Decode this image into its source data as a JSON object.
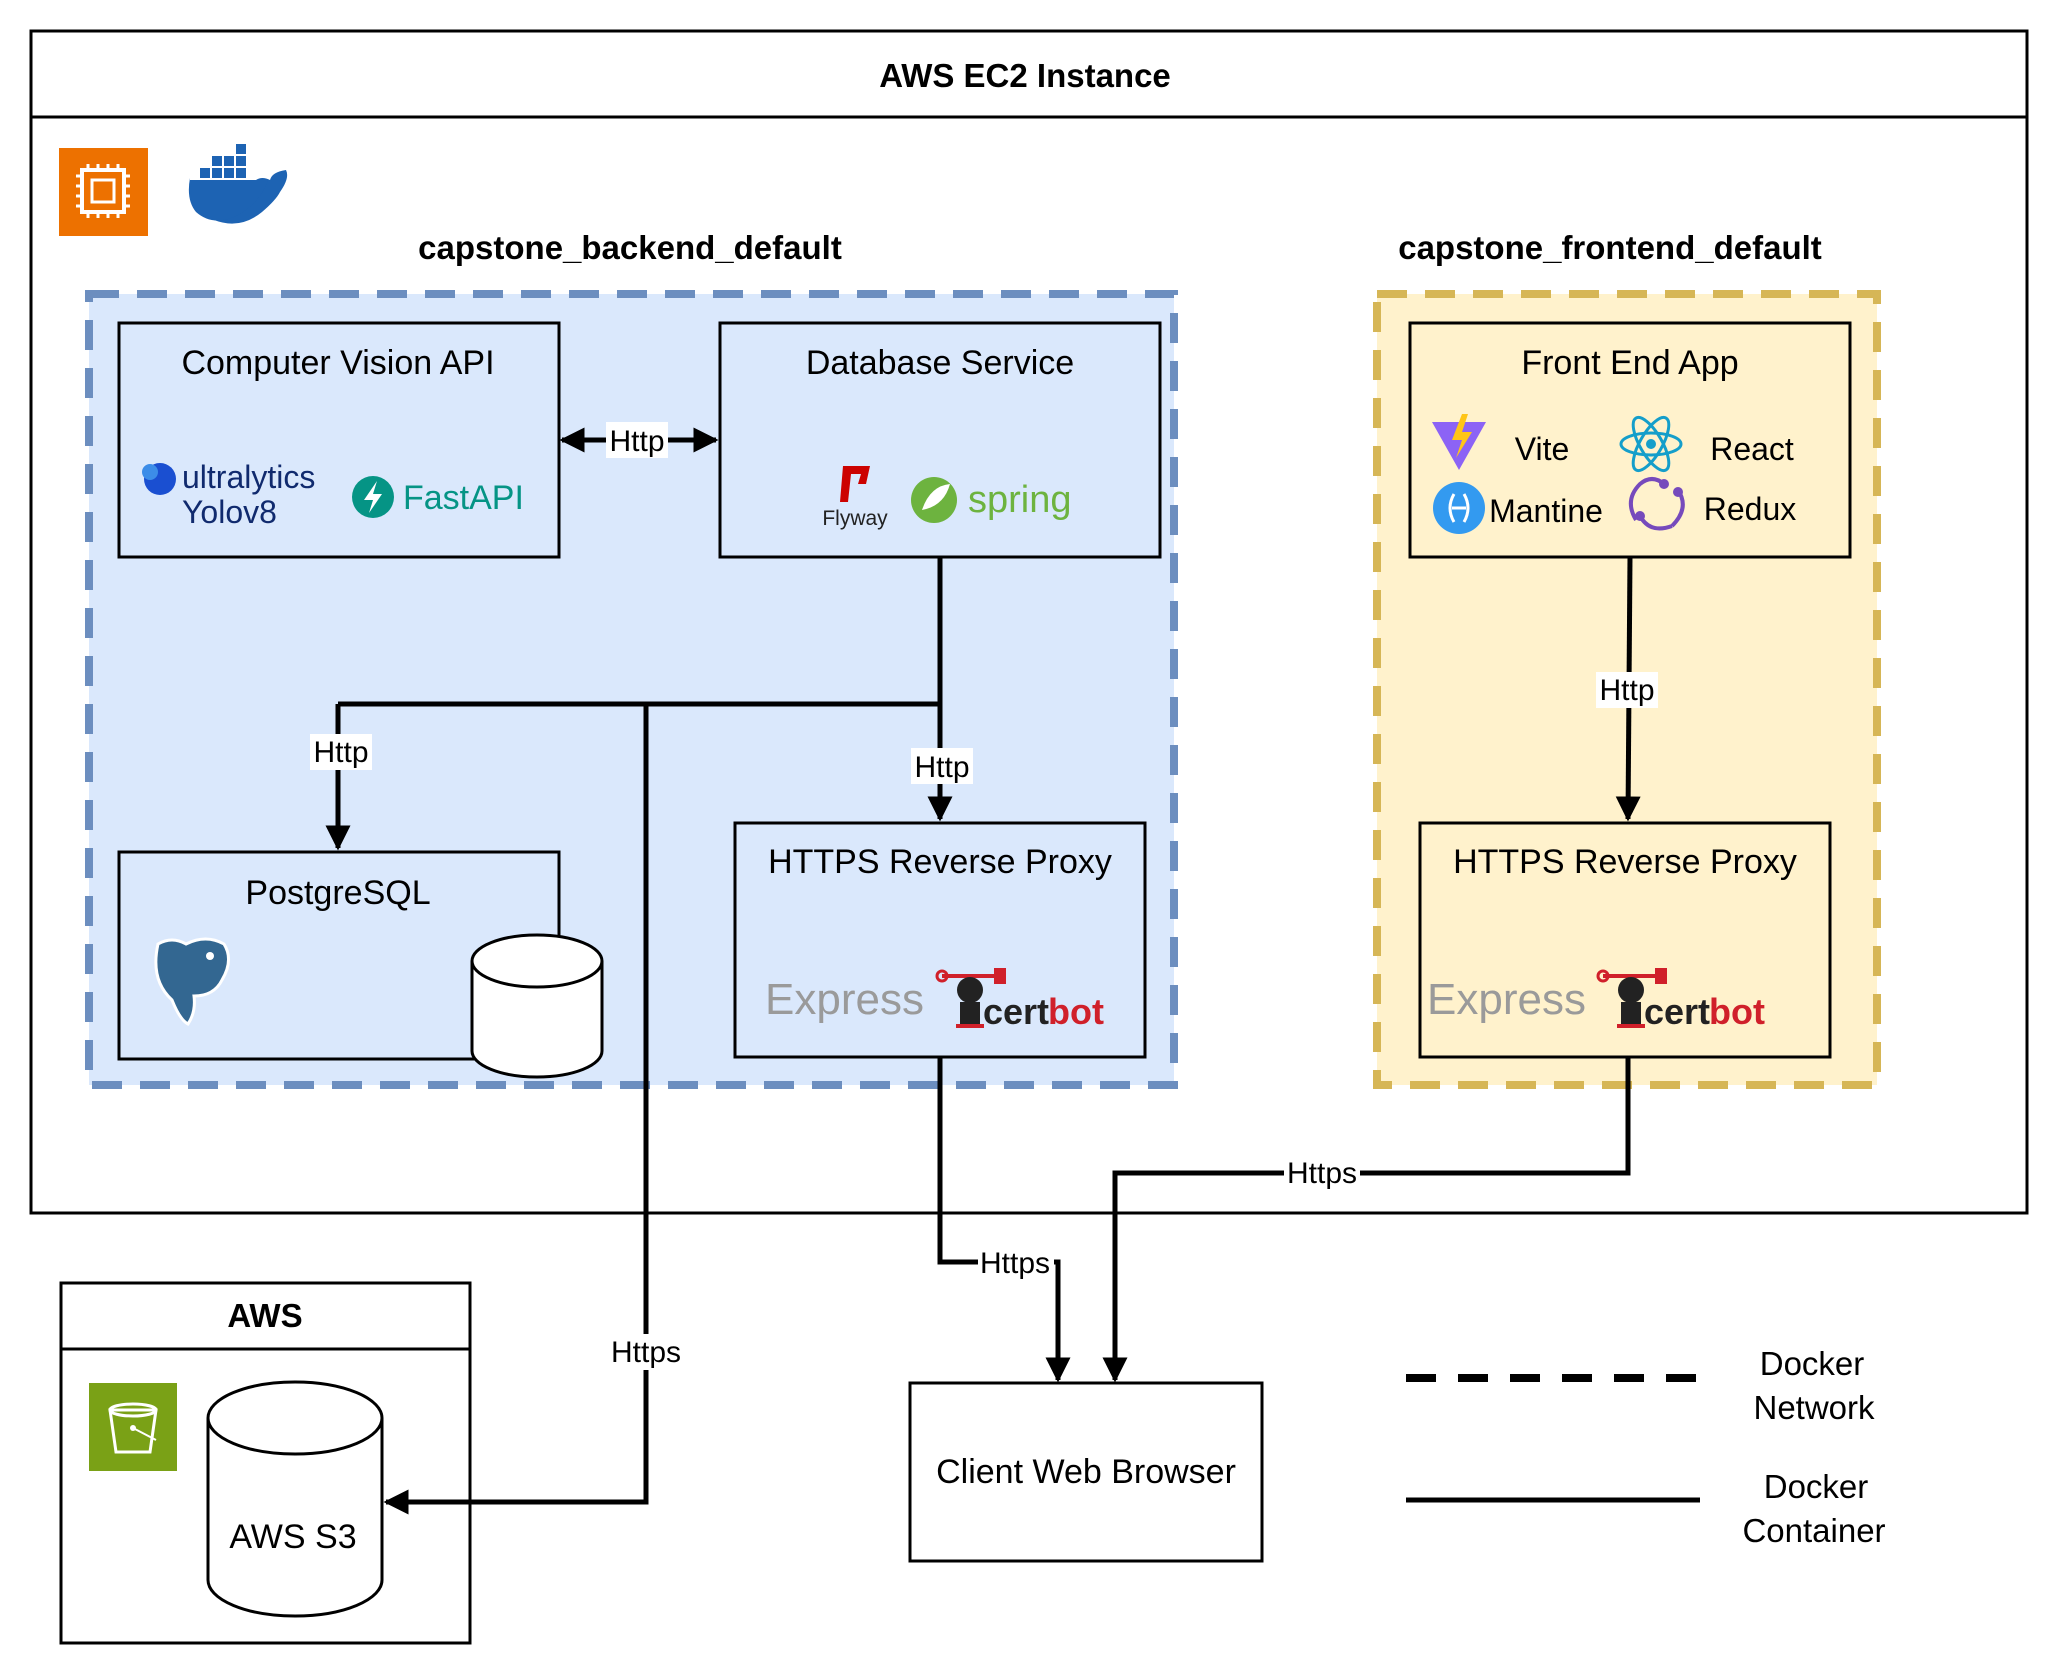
{
  "ec2": {
    "title": "AWS EC2 Instance"
  },
  "backend": {
    "network_name": "capstone_backend_default",
    "cv_api": {
      "title": "Computer Vision API",
      "ultralytics": "ultralytics",
      "yolo": "Yolov8",
      "fastapi": "FastAPI"
    },
    "db_service": {
      "title": "Database Service",
      "flyway": "Flyway",
      "spring": "spring"
    },
    "postgres": {
      "title": "PostgreSQL"
    },
    "proxy": {
      "title": "HTTPS Reverse Proxy",
      "express": "Express",
      "certbot_a": "cert",
      "certbot_b": "bot"
    }
  },
  "frontend": {
    "network_name": "capstone_frontend_default",
    "app": {
      "title": "Front End App",
      "tech": [
        "Vite",
        "React",
        "Mantine",
        "Redux"
      ]
    },
    "proxy": {
      "title": "HTTPS Reverse Proxy",
      "express": "Express",
      "certbot_a": "cert",
      "certbot_b": "bot"
    }
  },
  "aws": {
    "title": "AWS",
    "s3": "AWS S3"
  },
  "client": {
    "title": "Client Web Browser"
  },
  "edges": {
    "cv_db": "Http",
    "db_pg": "Http",
    "db_proxy": "Http",
    "fe_proxy": "Http",
    "s3": "Https",
    "be_client": "Https",
    "fe_client": "Https"
  },
  "legend": {
    "network_l1": "Docker",
    "network_l2": "Network",
    "container_l1": "Docker",
    "container_l2": "Container"
  },
  "icons": {
    "ec2": "aws-ec2-icon",
    "docker": "docker-whale-icon",
    "s3": "aws-s3-bucket-icon",
    "postgres": "postgresql-elephant-icon"
  },
  "colors": {
    "backend_fill": "#dae8fc",
    "backend_border": "#6c8ebf",
    "frontend_fill": "#fff2cc",
    "frontend_border": "#d6b656",
    "ec2_orange": "#ed7100",
    "s3_green": "#7aa116",
    "docker_blue": "#1d63b3",
    "fastapi_teal": "#059485",
    "spring_green": "#6db33f",
    "certbot_red": "#d0202a"
  }
}
